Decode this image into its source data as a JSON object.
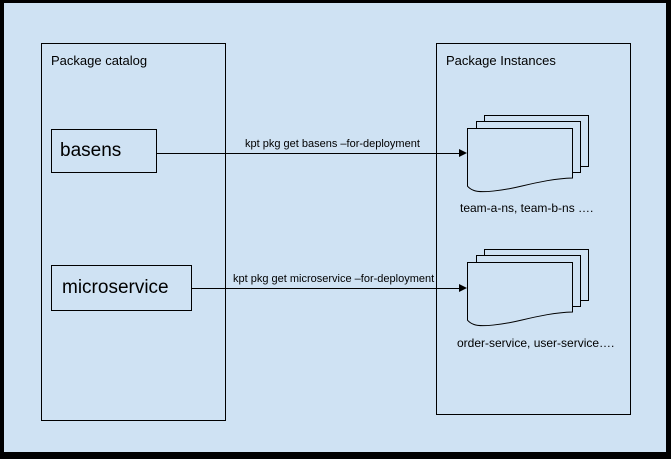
{
  "colors": {
    "background": "#cfe2f3",
    "stroke": "#000000"
  },
  "catalog": {
    "title": "Package catalog",
    "items": [
      {
        "label": "basens"
      },
      {
        "label": "microservice"
      }
    ]
  },
  "instances": {
    "title": "Package Instances",
    "stacks": [
      {
        "caption": "team-a-ns, team-b-ns …."
      },
      {
        "caption": "order-service, user-service…."
      }
    ]
  },
  "arrows": [
    {
      "label": "kpt pkg get basens –for-deployment"
    },
    {
      "label": "kpt pkg get microservice –for-deployment"
    }
  ]
}
